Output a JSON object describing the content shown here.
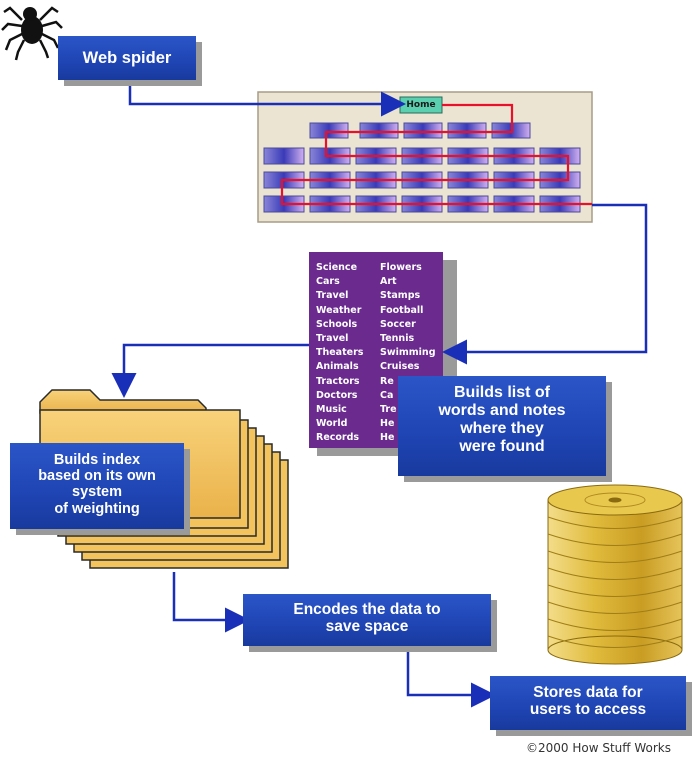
{
  "steps": {
    "spider": "Web spider",
    "wordlist": [
      "Builds list of",
      "words and notes",
      "where they",
      "were found"
    ],
    "index": [
      "Builds index",
      "based on its own",
      "system",
      "of weighting"
    ],
    "encode": [
      "Encodes the data to",
      "save space"
    ],
    "store": [
      "Stores data for",
      "users to access"
    ]
  },
  "site_map": {
    "home_label": "Home"
  },
  "word_list": {
    "col1": [
      "Science",
      "Cars",
      "Travel",
      "Weather",
      "Schools",
      "Travel",
      "Theaters",
      "Animals",
      "Tractors",
      "Doctors",
      "Music",
      "World",
      "Records"
    ],
    "col2": [
      "Flowers",
      "Art",
      "Stamps",
      "Football",
      "Soccer",
      "Tennis",
      "Swimming",
      "Cruises",
      "Re",
      "Ca",
      "Tre",
      "He",
      "He"
    ]
  },
  "copyright": "©2000 How Stuff Works",
  "colors": {
    "box_blue": "#1f44b3",
    "arrow_blue": "#1a2fb8",
    "list_purple": "#6a2a8e",
    "folder_yellow": "#f3c45e",
    "disk_gold": "#d8b23a",
    "path_red": "#e8102a"
  },
  "icons": [
    "spider-icon",
    "site-map-icon",
    "folder-stack-icon",
    "disk-stack-icon"
  ]
}
